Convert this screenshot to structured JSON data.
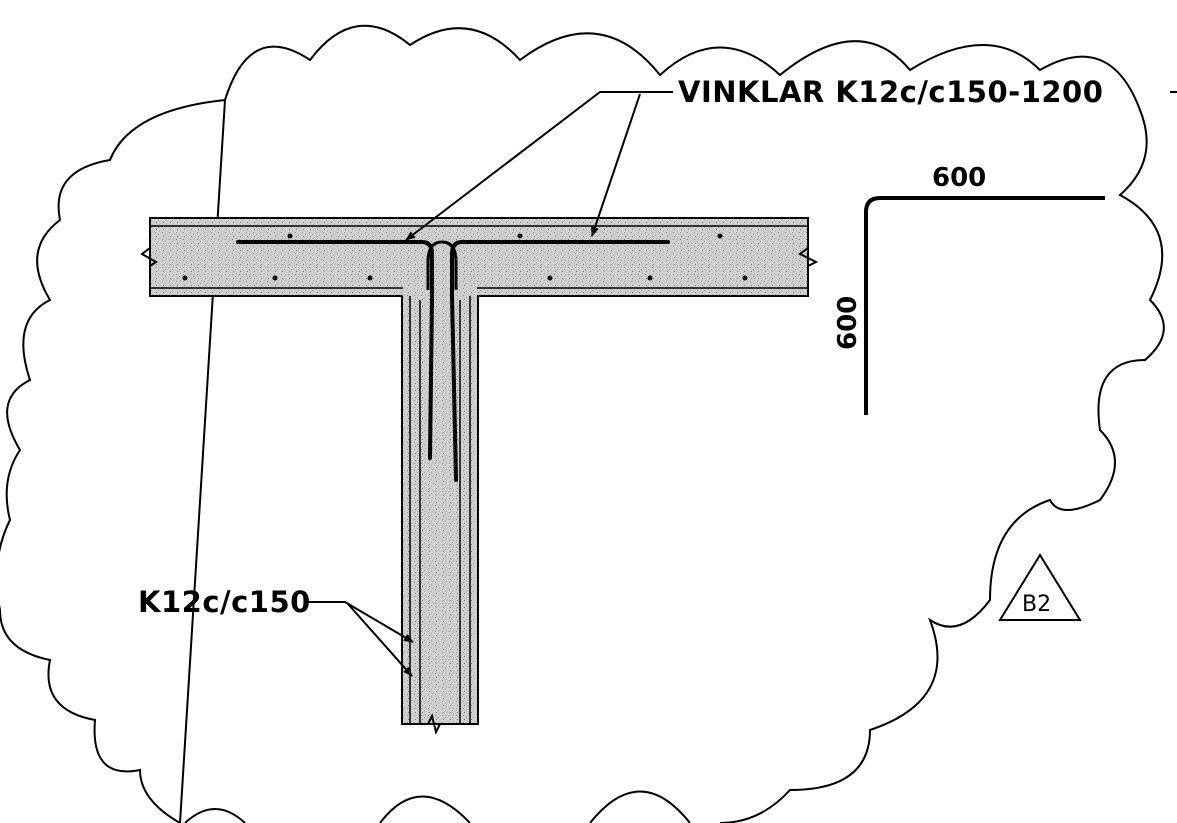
{
  "labels": {
    "top_rebar": "VINKLAR K12c/c150-1200",
    "wall_rebar": "K12c/c150"
  },
  "angle_bar_detail": {
    "leg_horizontal": "600",
    "leg_vertical": "600"
  },
  "revision_marker": {
    "text": "B2"
  },
  "colors": {
    "line": "#000000",
    "background": "#ffffff",
    "concrete_fill": "#c8c8c8"
  }
}
